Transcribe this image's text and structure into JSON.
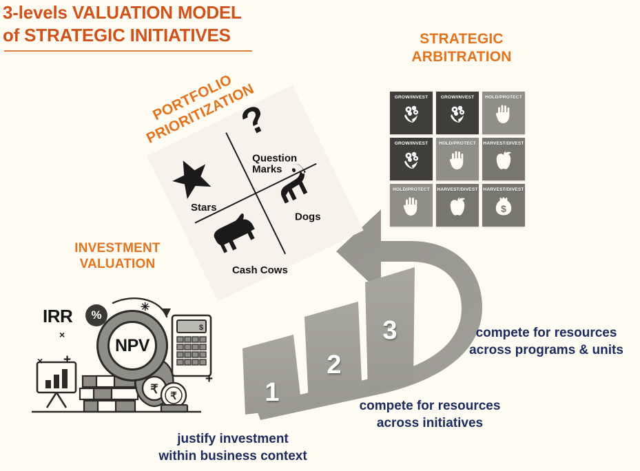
{
  "page": {
    "background_color": "#fdfbf2",
    "accent_orange": "#d0521b",
    "heading_orange": "#e2731f",
    "caption_navy": "#1c2b5e"
  },
  "title": {
    "line1": "3-levels VALUATION MODEL",
    "line2": "of STRATEGIC INITIATIVES"
  },
  "headings": {
    "arbitration": "STRATEGIC\nARBITRATION",
    "arbitration_line1": "STRATEGIC",
    "arbitration_line2": "ARBITRATION",
    "portfolio_line1": "PORTFOLIO",
    "portfolio_line2": "PRIORITIZATION",
    "investment_line1": "INVESTMENT",
    "investment_line2": "VALUATION"
  },
  "captions": {
    "level3_line1": "compete for resources",
    "level3_line2": "across programs & units",
    "level2_line1": "compete for resources",
    "level2_line2": "across initiatives",
    "level1_line1": "justify investment",
    "level1_line2": "within business context"
  },
  "bcg_matrix": {
    "quadrants": [
      {
        "label": "Stars",
        "icon": "star-icon",
        "position": "top-left"
      },
      {
        "label": "Question\nMarks",
        "label_line1": "Question",
        "label_line2": "Marks",
        "icon": "question-mark-icon",
        "position": "top-right"
      },
      {
        "label": "Cash Cows",
        "icon": "cow-icon",
        "position": "bottom-left"
      },
      {
        "label": "Dogs",
        "icon": "dog-icon",
        "position": "bottom-right"
      }
    ]
  },
  "steps": [
    {
      "number": "1",
      "level": "investment-valuation"
    },
    {
      "number": "2",
      "level": "portfolio-prioritization"
    },
    {
      "number": "3",
      "level": "strategic-arbitration"
    }
  ],
  "arbitration_grid": {
    "rows": 3,
    "columns": 3,
    "cells": [
      {
        "label": "GROW/INVEST",
        "icon": "flower-icon",
        "shade": "dark",
        "color": "#3f3e3a"
      },
      {
        "label": "GROW/INVEST",
        "icon": "flower-icon",
        "shade": "dark",
        "color": "#3f3e3a"
      },
      {
        "label": "HOLD/PROTECT",
        "icon": "hand-icon",
        "shade": "light",
        "color": "#8f8e87"
      },
      {
        "label": "GROW/INVEST",
        "icon": "flower-icon",
        "shade": "dark",
        "color": "#3f3e3a"
      },
      {
        "label": "HOLD/PROTECT",
        "icon": "hand-icon",
        "shade": "light",
        "color": "#8f8e87"
      },
      {
        "label": "HARVEST/DIVEST",
        "icon": "apple-icon",
        "shade": "mid",
        "color": "#78776f"
      },
      {
        "label": "HOLD/PROTECT",
        "icon": "hand-icon",
        "shade": "light",
        "color": "#8f8e87"
      },
      {
        "label": "HARVEST/DIVEST",
        "icon": "apple-icon",
        "shade": "mid",
        "color": "#78776f"
      },
      {
        "label": "HARVEST/DIVEST",
        "icon": "money-bag-icon",
        "shade": "mid",
        "color": "#78776f"
      }
    ]
  },
  "investment_illustration": {
    "irr_label": "IRR",
    "percent_badge": "%",
    "npv_label": "NPV",
    "calculator_display": "$",
    "money_bag_symbol": "₹",
    "coin_symbol": "₹",
    "math_symbols": [
      "+",
      "×",
      "+",
      "×",
      "+",
      "✳"
    ]
  }
}
